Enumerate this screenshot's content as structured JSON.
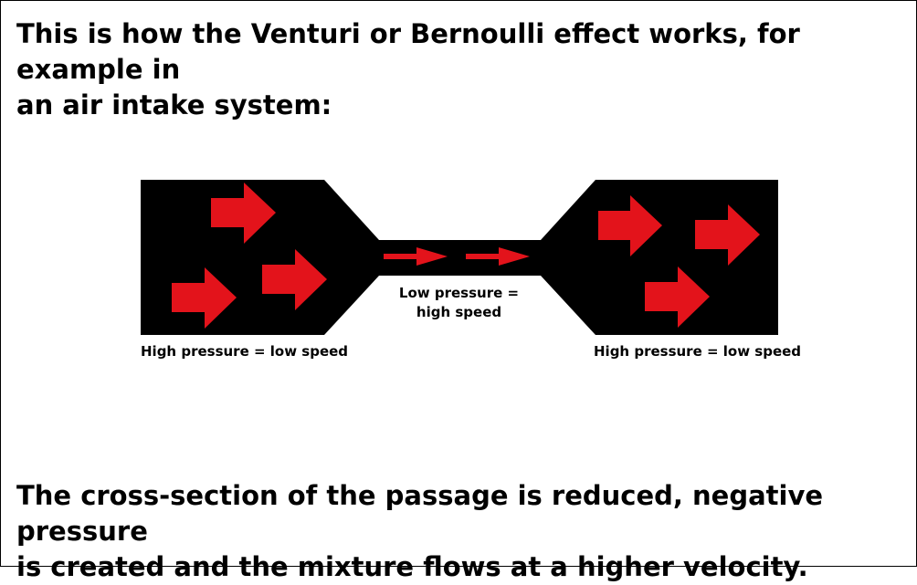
{
  "heading": {
    "line1": "This is how the Venturi or Bernoulli effect works, for example in",
    "line2": "an air intake system:"
  },
  "labels": {
    "left": "High pressure = low speed",
    "middle_line1": "Low pressure =",
    "middle_line2": "high speed",
    "right": "High pressure = low speed"
  },
  "footer": {
    "line1": "The cross-section of the passage is reduced, negative pressure",
    "line2": "is created and the mixture flows at a higher velocity."
  },
  "colors": {
    "passage": "#000000",
    "arrow": "#e3131b",
    "text": "#000000",
    "background": "#ffffff"
  },
  "icons": {
    "flow_arrow": "right-arrow-icon"
  }
}
